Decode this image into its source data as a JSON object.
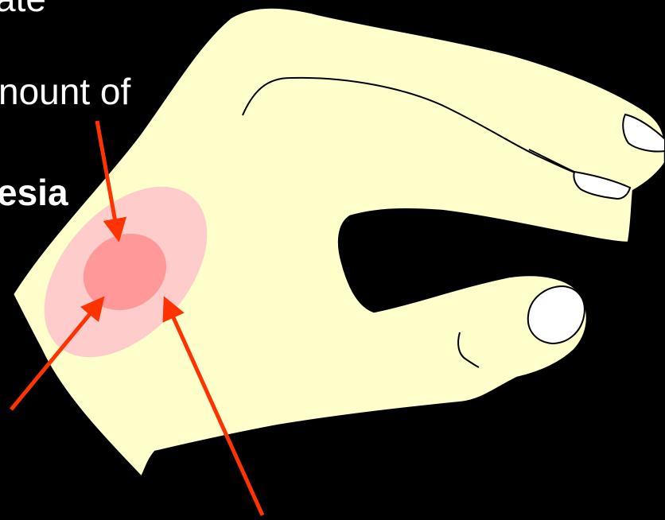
{
  "slide": {
    "text_top": "ate",
    "text_line_2": "nount of",
    "text_line_3": "esia"
  },
  "colors": {
    "background": "#000000",
    "hand_fill": "#ffffcc",
    "outline": "#000000",
    "outer_zone": "#ffcccc",
    "inner_zone": "#ff9999",
    "arrow": "#ff3300",
    "text": "#ffffff",
    "nail": "#ffffff"
  },
  "figure": {
    "subject": "hand-in-pinch-grip",
    "zones": [
      "outer-zone",
      "inner-zone"
    ],
    "arrow_count": 3
  }
}
